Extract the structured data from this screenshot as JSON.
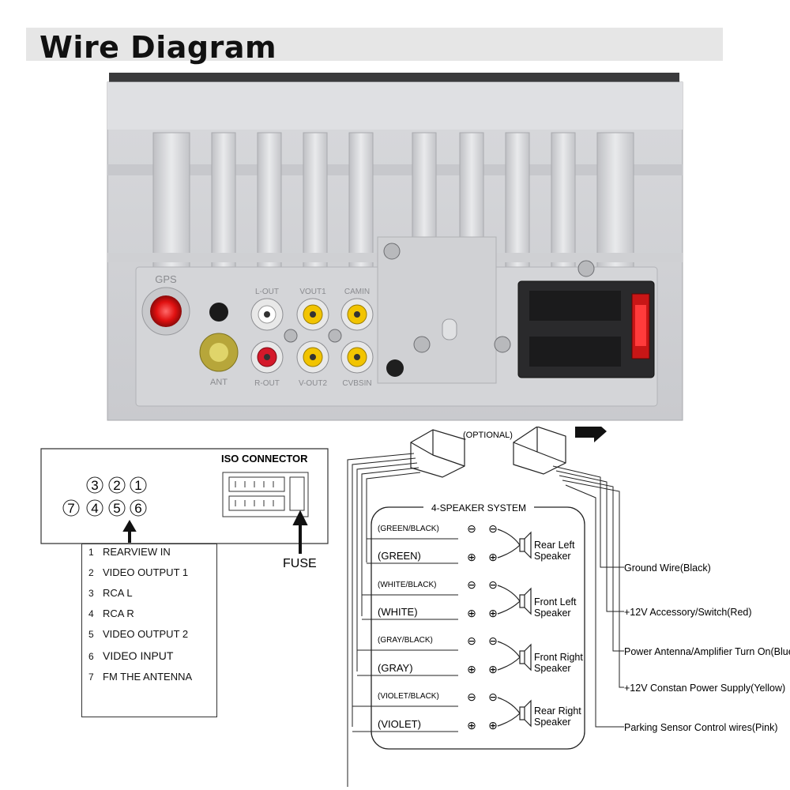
{
  "page": {
    "title": "Wire Diagram"
  },
  "unit_labels": {
    "gps": "GPS",
    "l_out": "L-OUT",
    "r_out": "R-OUT",
    "vout1": "VOUT1",
    "vout2": "V-OUT2",
    "camin": "CAMIN",
    "cvbsin": "CVBSIN",
    "ant": "ANT"
  },
  "pin_legend": {
    "top_row": [
      "3",
      "2",
      "1"
    ],
    "bottom_row": [
      "7",
      "4",
      "5",
      "6"
    ],
    "items": [
      {
        "num": "1",
        "label": "REARVIEW IN"
      },
      {
        "num": "2",
        "label": "VIDEO OUTPUT  1"
      },
      {
        "num": "3",
        "label": "RCA L"
      },
      {
        "num": "4",
        "label": "RCA R"
      },
      {
        "num": "5",
        "label": "VIDEO OUTPUT  2"
      },
      {
        "num": "6",
        "label": "VIDEO  INPUT"
      },
      {
        "num": "7",
        "label": "FM THE ANTENNA"
      }
    ]
  },
  "iso": {
    "title": "ISO CONNECTOR",
    "fuse_label": "FUSE"
  },
  "wiring": {
    "optional_label": "(OPTIONAL)",
    "speaker_system_title": "4-SPEAKER SYSTEM",
    "speaker_wires": [
      "(GREEN/BLACK)",
      "(GREEN)",
      "(WHITE/BLACK)",
      "(WHITE)",
      "(GRAY/BLACK)",
      "(GRAY)",
      "(VIOLET/BLACK)",
      "(VIOLET)"
    ],
    "speakers": [
      {
        "line1": "Rear Left",
        "line2": "Speaker"
      },
      {
        "line1": "Front Left",
        "line2": "Speaker"
      },
      {
        "line1": "Front Right",
        "line2": "Speaker"
      },
      {
        "line1": "Rear Right",
        "line2": "Speaker"
      }
    ],
    "polarity": {
      "minus": "⊖",
      "plus": "⊕"
    },
    "right_wires": [
      "Ground  Wire(Black)",
      "+12V Accessory/Switch(Red)",
      "Power Antenna/Amplifier Turn On(Blue)",
      "+12V Constan Power Supply(Yellow)",
      "Parking Sensor Control wires(Pink)"
    ]
  }
}
